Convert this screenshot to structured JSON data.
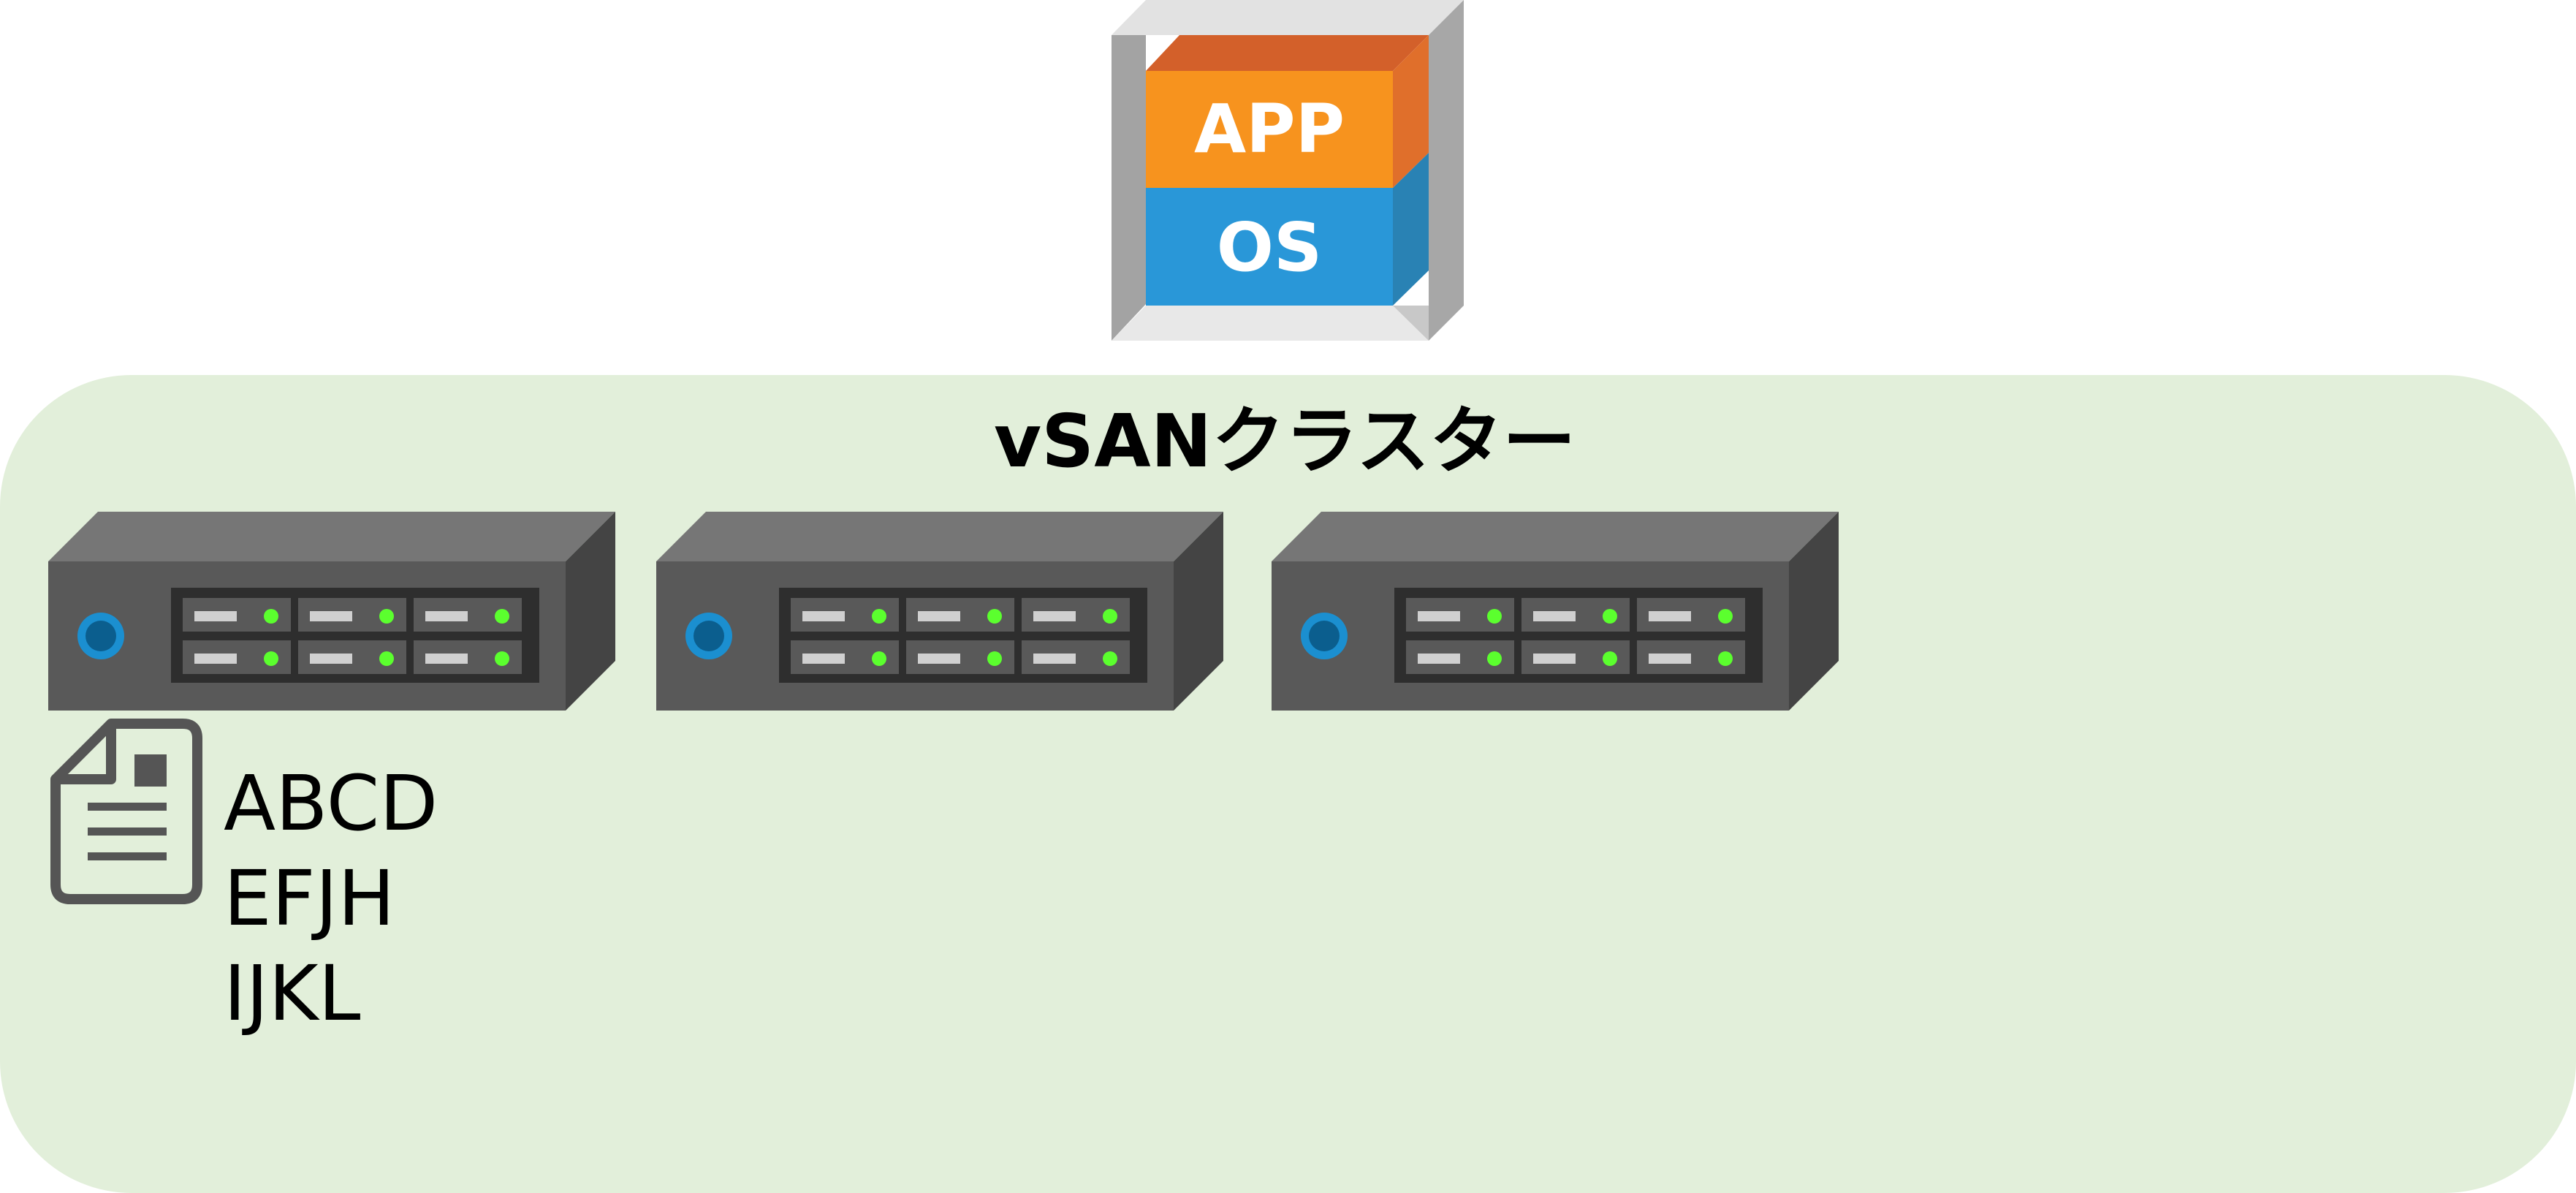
{
  "vm": {
    "app_label": "APP",
    "os_label": "OS",
    "colors": {
      "app": "#F7931E",
      "os": "#2997D8",
      "frame": "#9E9E9E"
    }
  },
  "cluster": {
    "title": "vSANクラスター",
    "background": "#E2EFDA"
  },
  "servers": [
    {
      "icon": "server-icon"
    },
    {
      "icon": "server-icon"
    },
    {
      "icon": "server-icon"
    }
  ],
  "document": {
    "icon": "document-icon",
    "lines": [
      "ABCD",
      "EFJH",
      "IJKL"
    ]
  }
}
